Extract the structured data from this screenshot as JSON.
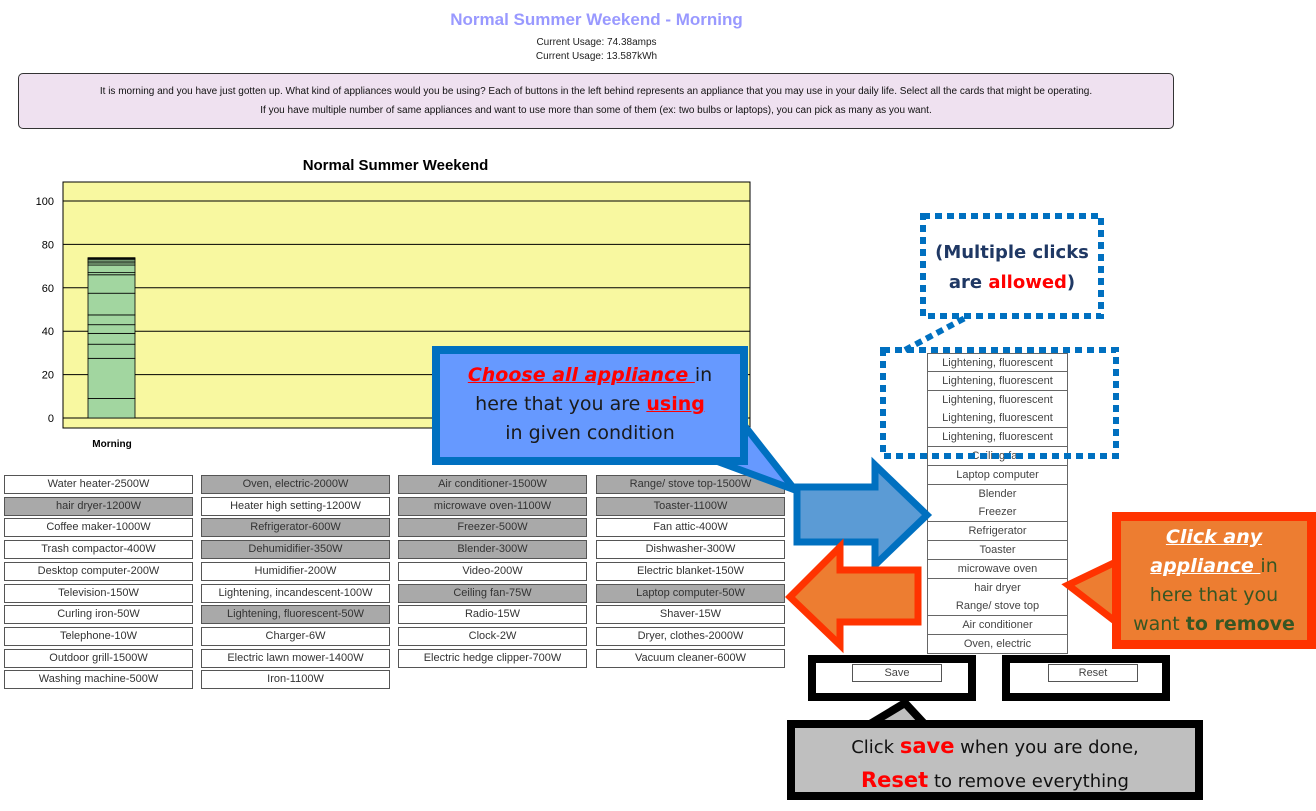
{
  "header": {
    "title": "Normal Summer Weekend - Morning",
    "usage_amps": "Current Usage: 74.38amps",
    "usage_kwh": "Current Usage: 13.587kWh"
  },
  "instructions": {
    "line1": "It is morning and you have just gotten up. What kind of appliances would you be using? Each of buttons in the left behind represents an appliance that you may use in your daily life. Select all the cards that might be operating.",
    "line2": "If you have multiple number of same appliances and want to use more than some of them (ex: two bulbs or laptops), you can pick as many as you want."
  },
  "chart_data": {
    "type": "bar",
    "stacked": true,
    "title": "Normal Summer Weekend",
    "categories": [
      "Morning"
    ],
    "ylim": [
      0,
      110
    ],
    "yticks": [
      "0",
      "20",
      "40",
      "60",
      "80",
      "100"
    ],
    "segment_values": [
      9.0,
      18.5,
      6.5,
      5.0,
      4.0,
      4.5,
      10.0,
      8.5,
      1.0,
      3.5,
      1.0,
      0.8,
      0.7,
      0.5,
      0.38
    ],
    "total": 74.38,
    "colors": {
      "plot_bg": "#f8f8a0",
      "bar": "#a2d6a0"
    }
  },
  "appliances": [
    [
      "Water heater-2500W",
      false
    ],
    [
      "Oven, electric-2000W",
      true
    ],
    [
      "Air conditioner-1500W",
      true
    ],
    [
      "Range/ stove top-1500W",
      true
    ],
    [
      "hair dryer-1200W",
      true
    ],
    [
      "Heater high setting-1200W",
      false
    ],
    [
      "microwave oven-1100W",
      true
    ],
    [
      "Toaster-1100W",
      true
    ],
    [
      "Coffee maker-1000W",
      false
    ],
    [
      "Refrigerator-600W",
      true
    ],
    [
      "Freezer-500W",
      true
    ],
    [
      "Fan attic-400W",
      false
    ],
    [
      "Trash compactor-400W",
      false
    ],
    [
      "Dehumidifier-350W",
      true
    ],
    [
      "Blender-300W",
      true
    ],
    [
      "Dishwasher-300W",
      false
    ],
    [
      "Desktop computer-200W",
      false
    ],
    [
      "Humidifier-200W",
      false
    ],
    [
      "Video-200W",
      false
    ],
    [
      "Electric blanket-150W",
      false
    ],
    [
      "Television-150W",
      false
    ],
    [
      "Lightening, incandescent-100W",
      false
    ],
    [
      "Ceiling fan-75W",
      true
    ],
    [
      "Laptop computer-50W",
      true
    ],
    [
      "Curling iron-50W",
      false
    ],
    [
      "Lightening, fluorescent-50W",
      true
    ],
    [
      "Radio-15W",
      false
    ],
    [
      "Shaver-15W",
      false
    ],
    [
      "Telephone-10W",
      false
    ],
    [
      "Charger-6W",
      false
    ],
    [
      "Clock-2W",
      false
    ],
    [
      "Dryer, clothes-2000W",
      false
    ],
    [
      "Outdoor grill-1500W",
      false
    ],
    [
      "Electric lawn mower-1400W",
      false
    ],
    [
      "Electric hedge clipper-700W",
      false
    ],
    [
      "Vacuum cleaner-600W",
      false
    ],
    [
      "Washing machine-500W",
      false
    ],
    [
      "Iron-1100W",
      false
    ]
  ],
  "selected": [
    "Lightening, fluorescent",
    "Lightening, fluorescent",
    "Lightening, fluorescent",
    "Lightening, fluorescent",
    "Lightening, fluorescent",
    "Ceiling fan",
    "Laptop computer",
    "Blender",
    "Freezer",
    "Refrigerator",
    "Toaster",
    "microwave oven",
    "hair dryer",
    "Range/ stove top",
    "Air conditioner",
    "Oven, electric"
  ],
  "actions": {
    "save": "Save",
    "reset": "Reset"
  },
  "callouts": {
    "multiple": {
      "a": "(Multiple clicks",
      "b": "are ",
      "c": "allowed",
      "d": ")"
    },
    "choose": {
      "a": "Choose all appliance ",
      "b": "in",
      "c": "here that you are ",
      "d": "using",
      "e": "in given condition"
    },
    "remove": {
      "a": "Click any",
      "b": "appliance ",
      "c": "in",
      "d": "here that you",
      "e": "want ",
      "f": "to remove"
    },
    "save": {
      "a": "Click ",
      "b": "save",
      "c": " when you are done,",
      "d": "Reset",
      "e": " to remove everything"
    }
  }
}
